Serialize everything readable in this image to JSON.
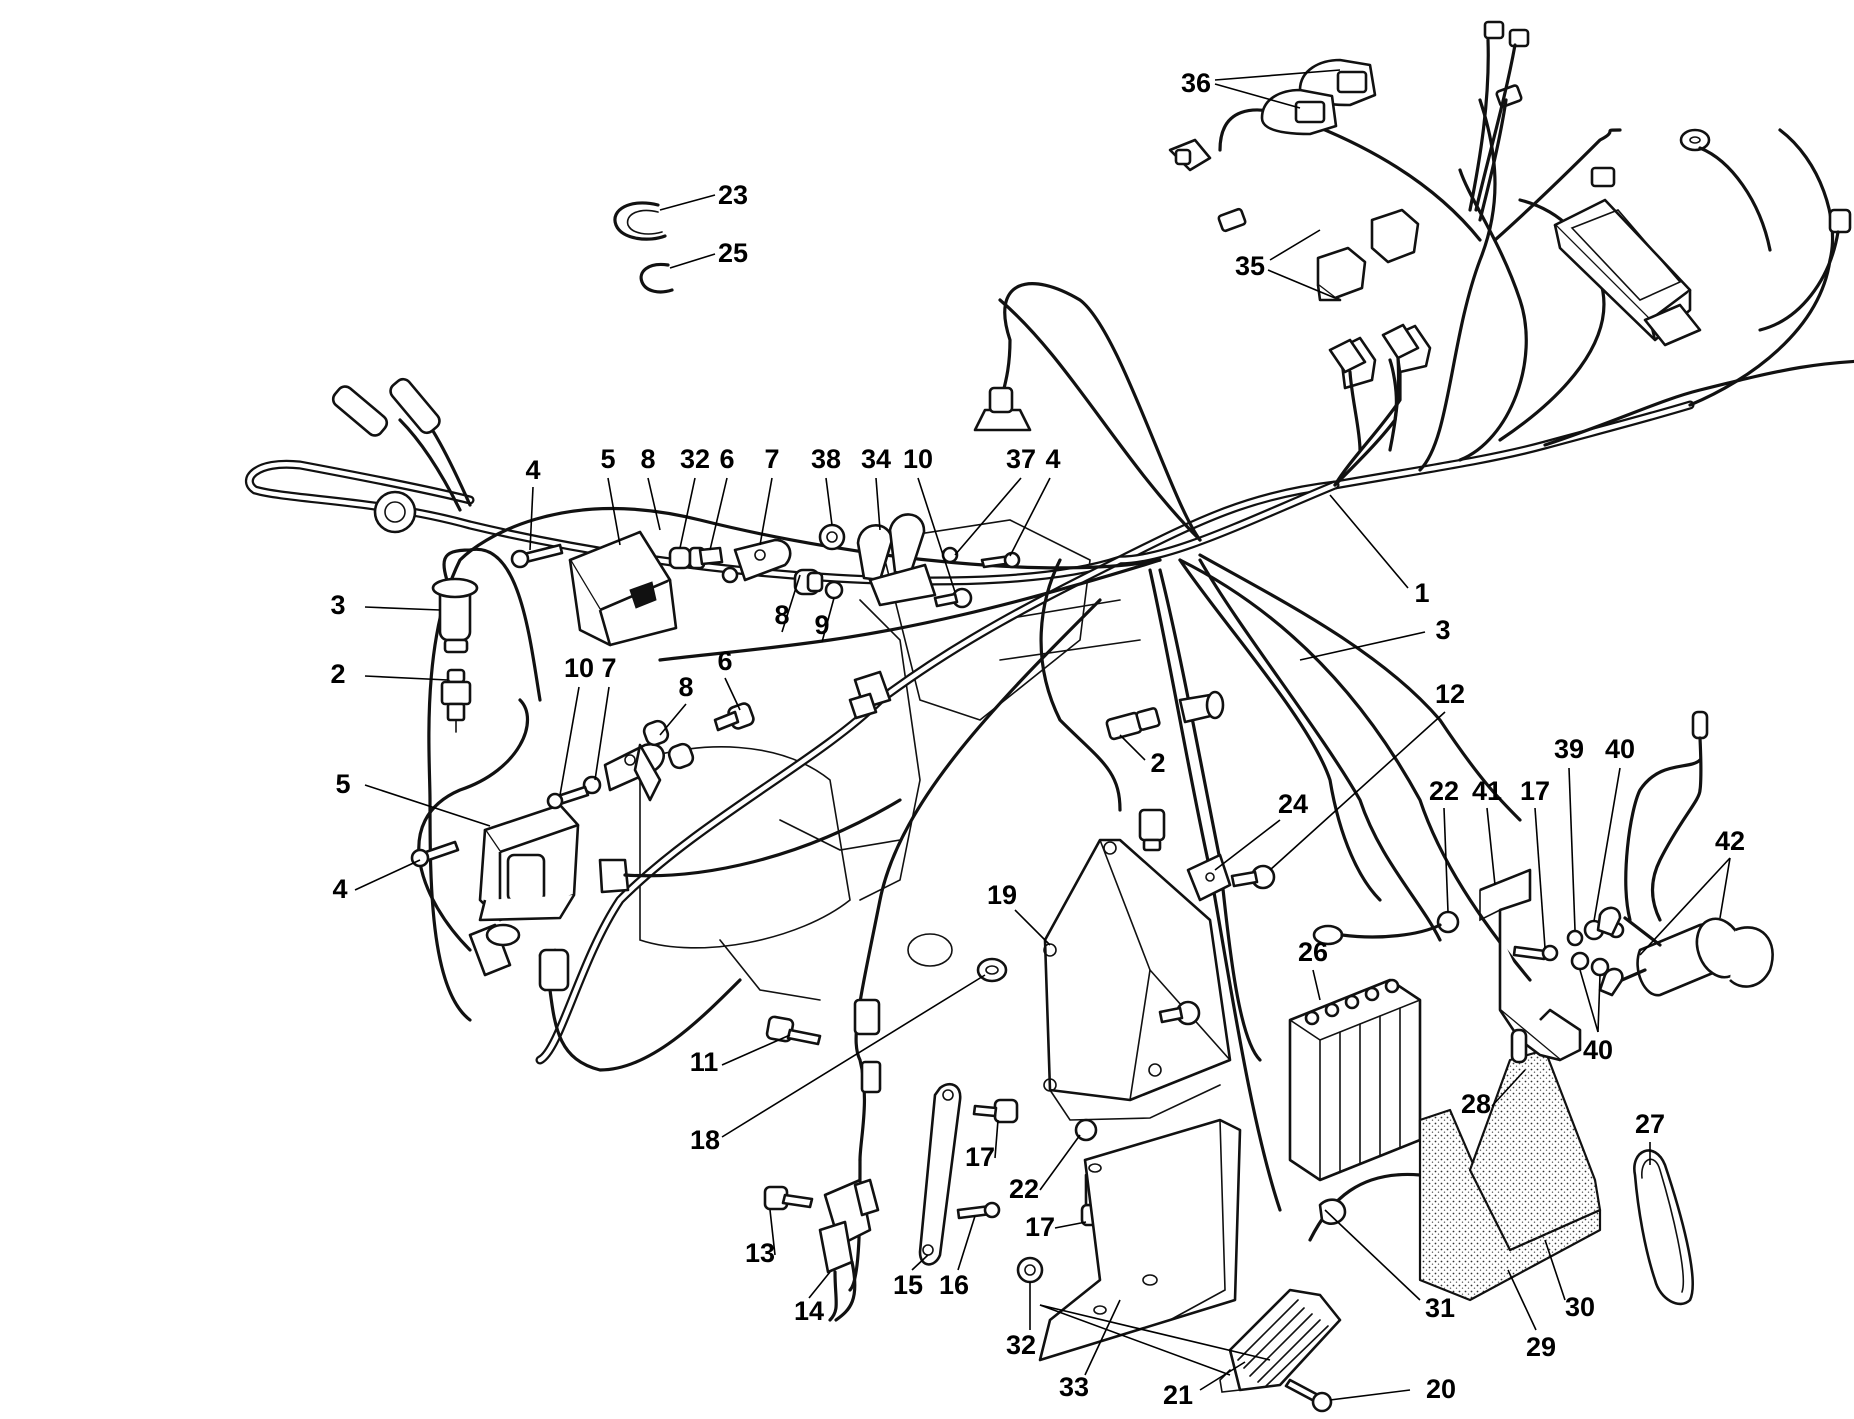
{
  "callouts": [
    {
      "id": "c1",
      "text": "1"
    },
    {
      "id": "c2a",
      "text": "2"
    },
    {
      "id": "c2b",
      "text": "2"
    },
    {
      "id": "c3a",
      "text": "3"
    },
    {
      "id": "c3b",
      "text": "3"
    },
    {
      "id": "c4a",
      "text": "4"
    },
    {
      "id": "c4b",
      "text": "4"
    },
    {
      "id": "c4c",
      "text": "4"
    },
    {
      "id": "c5a",
      "text": "5"
    },
    {
      "id": "c5b",
      "text": "5"
    },
    {
      "id": "c6a",
      "text": "6"
    },
    {
      "id": "c6b",
      "text": "6"
    },
    {
      "id": "c7a",
      "text": "7"
    },
    {
      "id": "c7b",
      "text": "7"
    },
    {
      "id": "c8a",
      "text": "8"
    },
    {
      "id": "c8b",
      "text": "8"
    },
    {
      "id": "c8c",
      "text": "8"
    },
    {
      "id": "c9",
      "text": "9"
    },
    {
      "id": "c10a",
      "text": "10"
    },
    {
      "id": "c10b",
      "text": "10"
    },
    {
      "id": "c11",
      "text": "11"
    },
    {
      "id": "c12",
      "text": "12"
    },
    {
      "id": "c13",
      "text": "13"
    },
    {
      "id": "c14",
      "text": "14"
    },
    {
      "id": "c15",
      "text": "15"
    },
    {
      "id": "c16",
      "text": "16"
    },
    {
      "id": "c17a",
      "text": "17"
    },
    {
      "id": "c17b",
      "text": "17"
    },
    {
      "id": "c17c",
      "text": "17"
    },
    {
      "id": "c18",
      "text": "18"
    },
    {
      "id": "c19",
      "text": "19"
    },
    {
      "id": "c20",
      "text": "20"
    },
    {
      "id": "c21",
      "text": "21"
    },
    {
      "id": "c22a",
      "text": "22"
    },
    {
      "id": "c22b",
      "text": "22"
    },
    {
      "id": "c23",
      "text": "23"
    },
    {
      "id": "c24",
      "text": "24"
    },
    {
      "id": "c25",
      "text": "25"
    },
    {
      "id": "c26",
      "text": "26"
    },
    {
      "id": "c27",
      "text": "27"
    },
    {
      "id": "c28",
      "text": "28"
    },
    {
      "id": "c29",
      "text": "29"
    },
    {
      "id": "c30",
      "text": "30"
    },
    {
      "id": "c31",
      "text": "31"
    },
    {
      "id": "c32a",
      "text": "32"
    },
    {
      "id": "c32b",
      "text": "32"
    },
    {
      "id": "c33",
      "text": "33"
    },
    {
      "id": "c34",
      "text": "34"
    },
    {
      "id": "c35",
      "text": "35"
    },
    {
      "id": "c36",
      "text": "36"
    },
    {
      "id": "c37",
      "text": "37"
    },
    {
      "id": "c38",
      "text": "38"
    },
    {
      "id": "c39",
      "text": "39"
    },
    {
      "id": "c40a",
      "text": "40"
    },
    {
      "id": "c40b",
      "text": "40"
    },
    {
      "id": "c41",
      "text": "41"
    },
    {
      "id": "c42",
      "text": "42"
    }
  ]
}
